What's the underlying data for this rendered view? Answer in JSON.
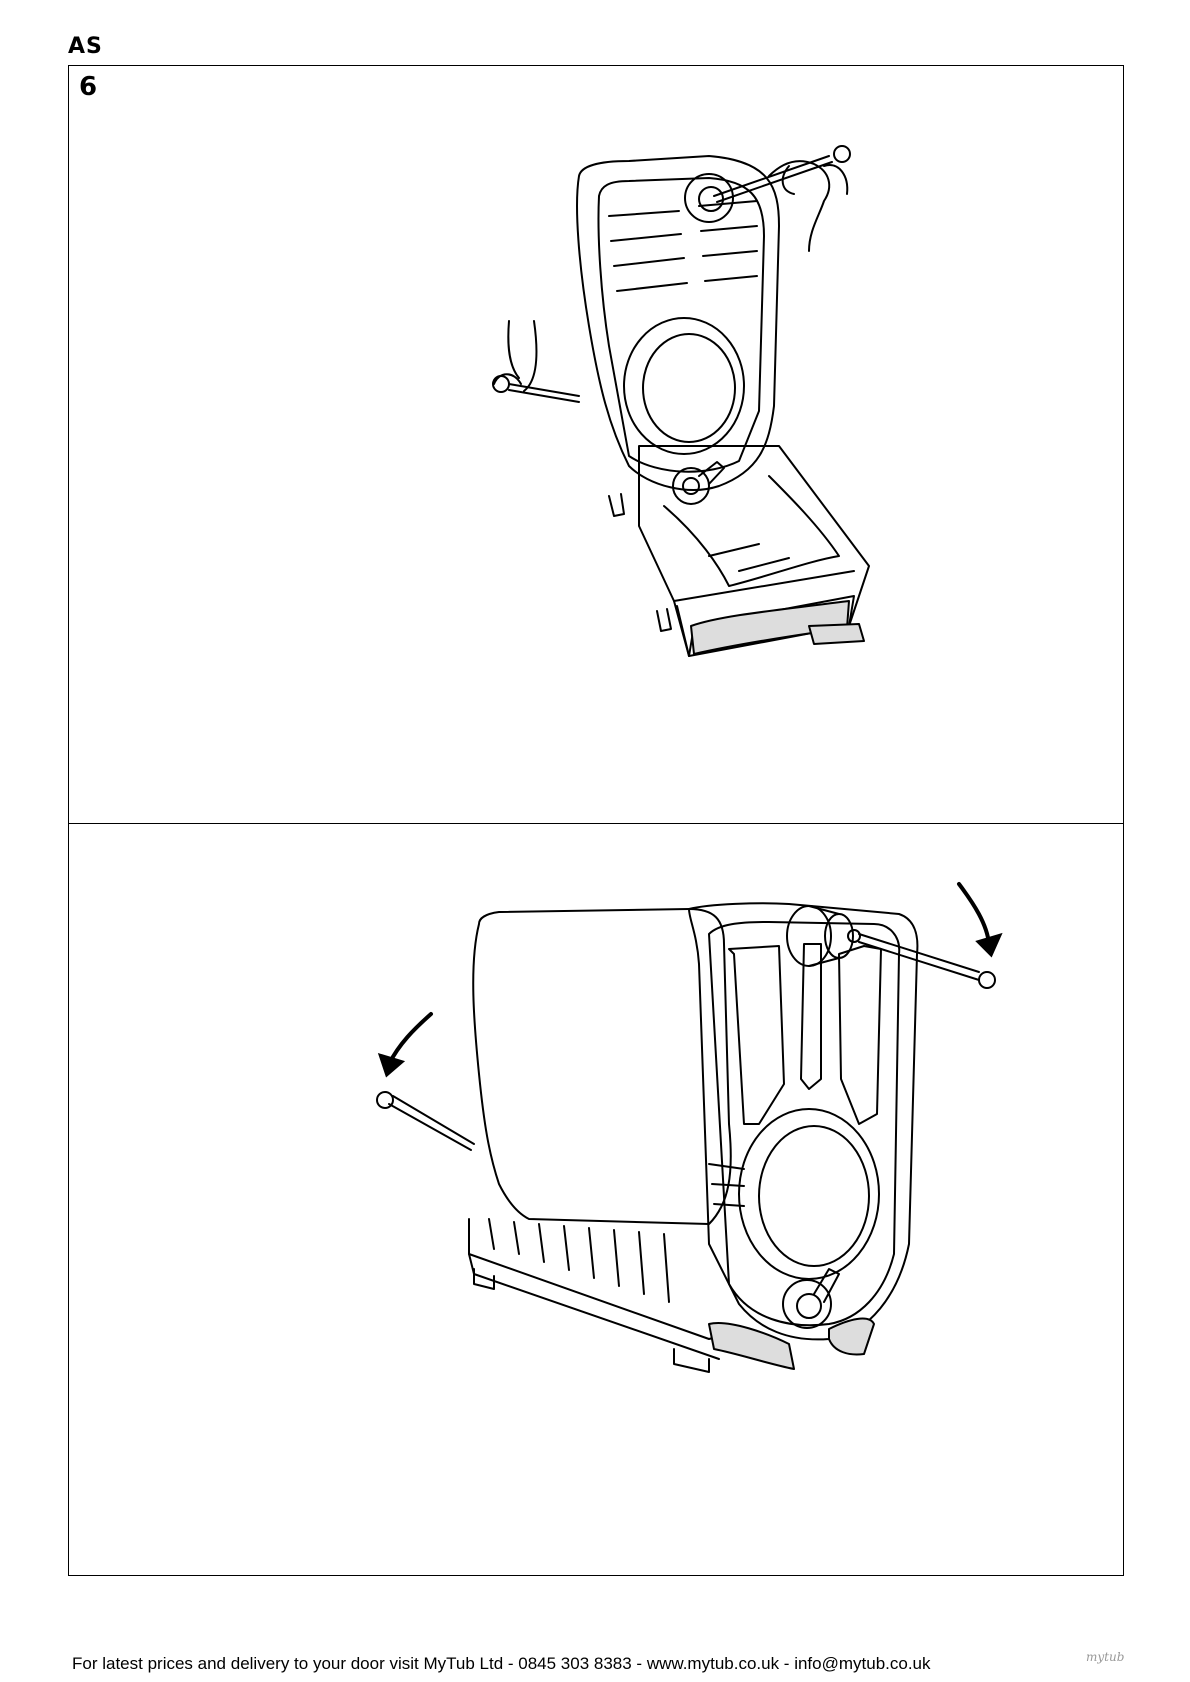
{
  "header": {
    "section_code": "AS"
  },
  "step": {
    "number": "6"
  },
  "figures": {
    "top": {
      "illustration": "drum-unit-tilted-with-rod-icon"
    },
    "bottom": {
      "illustration": "drum-unit-with-rods-and-arrows-icon"
    }
  },
  "footer": {
    "text": "For latest prices and delivery to your door visit MyTub Ltd - 0845 303 8383 - www.mytub.co.uk - info@mytub.co.uk",
    "logo": "mytub"
  }
}
